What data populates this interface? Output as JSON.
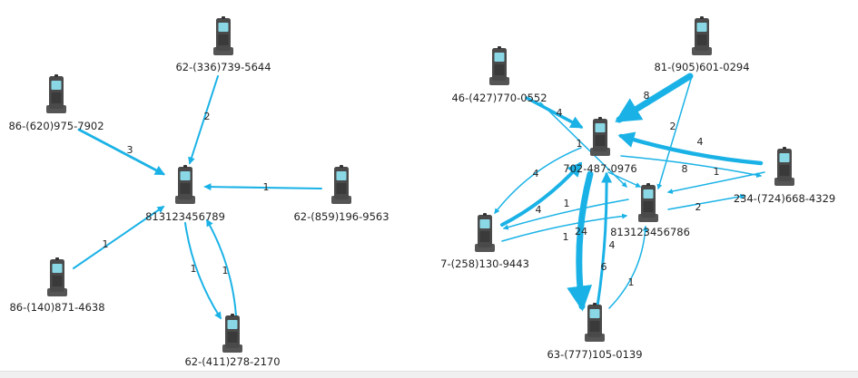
{
  "colors": {
    "edge": "#1ab2e6",
    "phone_body": "#4a4a4a",
    "phone_screen": "#8ad8e6",
    "label": "#222222"
  },
  "graphs": [
    {
      "nodes": [
        {
          "id": "a1",
          "label": "813123456789",
          "icon": "phone-icon"
        },
        {
          "id": "a2",
          "label": "62-(336)739-5644",
          "icon": "phone-icon"
        },
        {
          "id": "a3",
          "label": "86-(620)975-7902",
          "icon": "phone-icon"
        },
        {
          "id": "a4",
          "label": "62-(859)196-9563",
          "icon": "phone-icon"
        },
        {
          "id": "a5",
          "label": "86-(140)871-4638",
          "icon": "phone-icon"
        },
        {
          "id": "a6",
          "label": "62-(411)278-2170",
          "icon": "phone-icon"
        }
      ],
      "edges": [
        {
          "from": "a2",
          "to": "a1",
          "weight": "2"
        },
        {
          "from": "a3",
          "to": "a1",
          "weight": "3"
        },
        {
          "from": "a4",
          "to": "a1",
          "weight": "1"
        },
        {
          "from": "a5",
          "to": "a1",
          "weight": "1"
        },
        {
          "from": "a1",
          "to": "a6",
          "weight": "1"
        },
        {
          "from": "a6",
          "to": "a1",
          "weight": "1"
        }
      ]
    },
    {
      "nodes": [
        {
          "id": "b1",
          "label": "702-487-0976",
          "icon": "phone-icon"
        },
        {
          "id": "b2",
          "label": "46-(427)770-0552",
          "icon": "phone-icon"
        },
        {
          "id": "b3",
          "label": "81-(905)601-0294",
          "icon": "phone-icon"
        },
        {
          "id": "b4",
          "label": "234-(724)668-4329",
          "icon": "phone-icon"
        },
        {
          "id": "b5",
          "label": "813123456786",
          "icon": "phone-icon"
        },
        {
          "id": "b6",
          "label": "7-(258)130-9443",
          "icon": "phone-icon"
        },
        {
          "id": "b7",
          "label": "63-(777)105-0139",
          "icon": "phone-icon"
        }
      ],
      "edges": [
        {
          "from": "b2",
          "to": "b1",
          "weight": "4"
        },
        {
          "from": "b2",
          "to": "b5",
          "weight": "1"
        },
        {
          "from": "b3",
          "to": "b1",
          "weight": "8"
        },
        {
          "from": "b3",
          "to": "b5",
          "weight": "2"
        },
        {
          "from": "b4",
          "to": "b1",
          "weight": "4"
        },
        {
          "from": "b1",
          "to": "b4",
          "weight": "8"
        },
        {
          "from": "b4",
          "to": "b5",
          "weight": "1"
        },
        {
          "from": "b5",
          "to": "b4",
          "weight": "2"
        },
        {
          "from": "b1",
          "to": "b6",
          "weight": "4"
        },
        {
          "from": "b6",
          "to": "b1",
          "weight": "4"
        },
        {
          "from": "b6",
          "to": "b5",
          "weight": "1"
        },
        {
          "from": "b5",
          "to": "b6",
          "weight": "1"
        },
        {
          "from": "b1",
          "to": "b7",
          "weight": "24"
        },
        {
          "from": "b7",
          "to": "b1",
          "weight": "6"
        },
        {
          "from": "b1",
          "to": "b5",
          "weight": "4"
        },
        {
          "from": "b7",
          "to": "b5",
          "weight": "1"
        }
      ]
    }
  ]
}
